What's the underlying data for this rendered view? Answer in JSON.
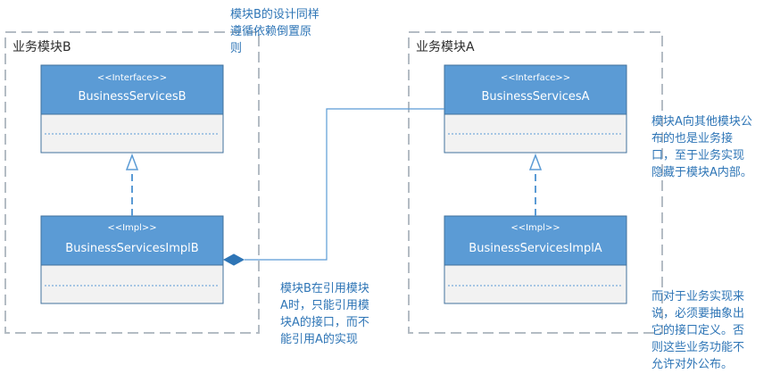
{
  "packages": {
    "b": {
      "title": "业务模块B"
    },
    "a": {
      "title": "业务模块A"
    }
  },
  "classes": {
    "services_b": {
      "stereotype": "<<Interface>>",
      "name": "BusinessServicesB"
    },
    "impl_b": {
      "stereotype": "<<Impl>>",
      "name": "BusinessServicesImplB"
    },
    "services_a": {
      "stereotype": "<<Interface>>",
      "name": "BusinessServicesA"
    },
    "impl_a": {
      "stereotype": "<<Impl>>",
      "name": "BusinessServicesImplA"
    }
  },
  "notes": {
    "top": {
      "lines": [
        "模块B的设计同样",
        "遵循依赖倒置原",
        "则"
      ]
    },
    "right_upper": {
      "lines": [
        "模块A向其他模块公",
        "布的也是业务接",
        "口，至于业务实现",
        "隐藏于模块A内部。"
      ]
    },
    "middle": {
      "lines": [
        "模块B在引用模块",
        "A时，只能引用模",
        "块A的接口，而不",
        "能引用A的实现"
      ]
    },
    "right_lower": {
      "lines": [
        "而对于业务实现来",
        "说，必须要抽象出",
        "它的接口定义。否",
        "则这些业务功能不",
        "允许对外公布。"
      ]
    }
  },
  "colors": {
    "header": "#5b9bd5",
    "body": "#f2f2f2",
    "note_text": "#2e75b6",
    "frame": "#b4bcc4"
  }
}
